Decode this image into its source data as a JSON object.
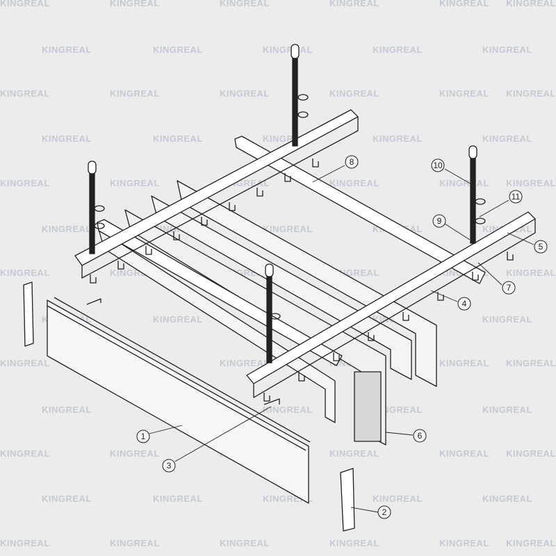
{
  "watermark": "KINGREAL",
  "colors": {
    "background": "#ececec",
    "watermark": "#c3cad4",
    "line": "#1e1e1e"
  },
  "callouts": [
    {
      "id": "1",
      "label": "1"
    },
    {
      "id": "2",
      "label": "2"
    },
    {
      "id": "3",
      "label": "3"
    },
    {
      "id": "4",
      "label": "4"
    },
    {
      "id": "5",
      "label": "5"
    },
    {
      "id": "6",
      "label": "6"
    },
    {
      "id": "7",
      "label": "7"
    },
    {
      "id": "8",
      "label": "8"
    },
    {
      "id": "9",
      "label": "9"
    },
    {
      "id": "10",
      "label": "10"
    },
    {
      "id": "11",
      "label": "11"
    }
  ]
}
